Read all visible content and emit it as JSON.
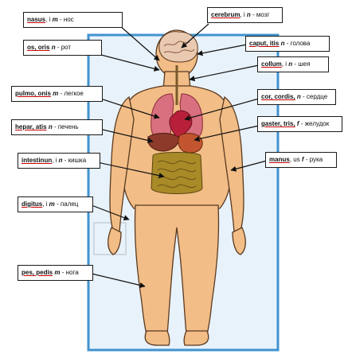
{
  "colors": {
    "frame": "#3f93cf",
    "panel": "#e8f2fa",
    "skin": "#f2bd86",
    "skin_edge": "#5a3a22",
    "lung": "#d9707f",
    "heart": "#b8203a",
    "liver": "#8d3a2a",
    "stomach": "#c2552f",
    "intestine": "#a88a28",
    "brain": "#e9c9b0",
    "nerve": "#7a5a2a"
  },
  "labels": {
    "nasus": {
      "latin": "nasus",
      "gram": ", i ",
      "gender": "m",
      "ru": " - нос"
    },
    "os": {
      "latin": "os, oris",
      "gram": " ",
      "gender": "n",
      "ru": " - рот"
    },
    "pulmo": {
      "latin": "pulmo, onis",
      "gram": " ",
      "gender": "m",
      "ru": " - легкое"
    },
    "hepar": {
      "latin": "hepar, atis",
      "gram": " ",
      "gender": "n",
      "ru": " - печень"
    },
    "intestinum": {
      "latin": "intestinun",
      "gram": ", i ",
      "gender": "n",
      "ru": " - кишка"
    },
    "digitus": {
      "latin": "digitus",
      "gram": ", i ",
      "gender": "m",
      "ru": " - палец"
    },
    "pes": {
      "latin": "pes, pedis",
      "gram": " ",
      "gender": "m",
      "ru": " - нога"
    },
    "cerebrum": {
      "latin": "cerebrum",
      "gram": ", i ",
      "gender": "n",
      "ru": " - мозг"
    },
    "caput": {
      "latin": "caput, itis",
      "gram": " ",
      "gender": "n",
      "ru": " - голова"
    },
    "collum": {
      "latin": "collum",
      "gram": ", i ",
      "gender": "n",
      "ru": " - шея"
    },
    "cor": {
      "latin": "cor, cordis,",
      "gram": "  ",
      "gender": "n",
      "ru": " - сердце"
    },
    "gaster": {
      "latin": "gaster, tris,",
      "gram": "  ",
      "gender": "f",
      "ru": " - желудок"
    },
    "manus": {
      "latin": "manus",
      "gram": ", us ",
      "gender": "f",
      "ru": " - рука"
    }
  }
}
